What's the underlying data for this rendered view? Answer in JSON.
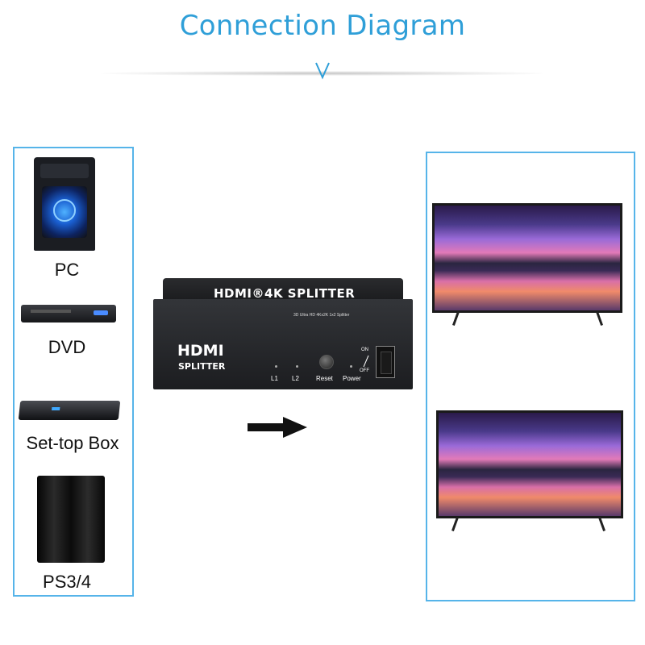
{
  "header": {
    "title": "Connection Diagram"
  },
  "sources": {
    "items": [
      {
        "label": "PC",
        "icon": "pc-tower-icon"
      },
      {
        "label": "DVD",
        "icon": "dvd-player-icon"
      },
      {
        "label": "Set-top Box",
        "icon": "set-top-box-icon"
      },
      {
        "label": "PS3/4",
        "icon": "ps-console-icon"
      }
    ]
  },
  "splitter": {
    "logo_text": "HDMI®4K SPLITTER",
    "subtitle": "3D Ultra HD 4Kx2K 1x2 Splitter",
    "front_brand": "HDMI",
    "front_sub": "SPLITTER",
    "led_1": "L1",
    "led_2": "L2",
    "reset_label": "Reset",
    "power_label": "Power",
    "on_label": "ON",
    "off_label": "OFF"
  },
  "colors": {
    "accent": "#2f9fd8",
    "panel_border": "#56b4e9",
    "device_body": "#1c1d20"
  }
}
